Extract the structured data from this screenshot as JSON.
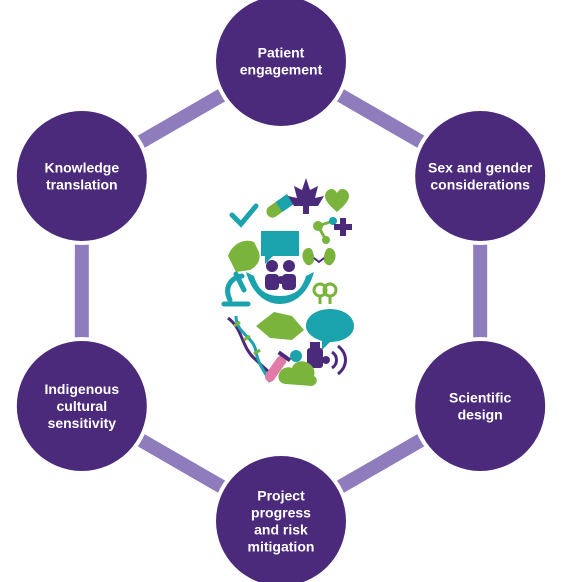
{
  "colors": {
    "node_fill": "#4b2a7c",
    "node_ring": "#ffffff",
    "connector": "#8f7cbc",
    "green": "#7ab43c",
    "teal": "#1ba3ad",
    "purple": "#5d3a8c",
    "pink": "#e07aa6"
  },
  "nodes": [
    {
      "id": "patient-engagement",
      "lines": [
        "Patient",
        "engagement"
      ]
    },
    {
      "id": "sex-and-gender",
      "lines": [
        "Sex and gender",
        "considerations"
      ]
    },
    {
      "id": "scientific-design",
      "lines": [
        "Scientific",
        "design"
      ]
    },
    {
      "id": "project-progress",
      "lines": [
        "Project",
        "progress",
        "and risk",
        "mitigation"
      ]
    },
    {
      "id": "indigenous-cultural-sensitivity",
      "lines": [
        "Indigenous",
        "cultural",
        "sensitivity"
      ]
    },
    {
      "id": "knowledge-translation",
      "lines": [
        "Knowledge",
        "translation"
      ]
    }
  ],
  "center_icons": [
    "checkmark-icon",
    "pill-icon",
    "maple-leaf-icon",
    "heart-icon",
    "molecule-icon",
    "plus-icon",
    "hand-icon",
    "chat-bubble-icon",
    "kidney-icon",
    "family-icon",
    "microscope-icon",
    "gender-symbols-icon",
    "handshake-icon",
    "speech-bubble-icon",
    "dna-icon",
    "test-tube-icon",
    "bottle-icon",
    "hearing-icon",
    "cloud-icon"
  ]
}
